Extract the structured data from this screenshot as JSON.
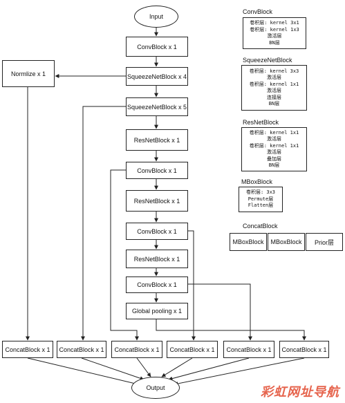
{
  "nodes": {
    "input": "Input",
    "output": "Output",
    "convblock_1": "ConvBlock x 1",
    "squeeze_4": "SqueezeNetBlock x 4",
    "squeeze_5": "SqueezeNetBlock x 5",
    "resnet_1": "ResNetBlock x 1",
    "convblock_2": "ConvBlock x 1",
    "resnet_2": "ResNetBlock x 1",
    "convblock_3": "ConvBlock x 1",
    "resnet_3": "ResNetBlock x 1",
    "convblock_4": "ConvBlock x 1",
    "global_pooling": "Global pooling x 1",
    "normalize": "Normlize x 1",
    "concat_labels": [
      "ConcatBlock x 1",
      "ConcatBlock x 1",
      "ConcatBlock x 1",
      "ConcatBlock x 1",
      "ConcatBlock x 1",
      "ConcatBlock x 1"
    ]
  },
  "legend": {
    "convblock": {
      "title": "ConvBlock",
      "lines": [
        "卷积层: kernel 3x1",
        "卷积层: kernel 1x3",
        "激活层",
        "BN层"
      ]
    },
    "squeezenet": {
      "title": "SqueezeNetBlock",
      "lines": [
        "卷积层: kernel 3x3",
        "激活层",
        "卷积层: kernel 1x1",
        "激活层",
        "连接层",
        "BN层"
      ]
    },
    "resnet": {
      "title": "ResNetBlock",
      "lines": [
        "卷积层: kernel 1x1",
        "激活层",
        "卷积层: kernel 1x1",
        "激活层",
        "叠加层",
        "BN层"
      ]
    },
    "mbox": {
      "title": "MBoxBlock",
      "lines": [
        "卷积层: 3x3",
        "Permute层",
        "Flatten层"
      ]
    },
    "concat": {
      "title": "ConcatBlock",
      "cells": [
        "MBoxBlock",
        "MBoxBlock",
        "Prior层"
      ]
    }
  },
  "watermark": "彩虹网址导航"
}
